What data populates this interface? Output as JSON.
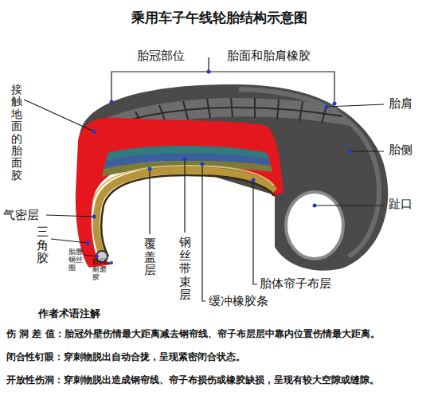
{
  "diagram": {
    "title": "乘用车子午线轮胎结构示意图",
    "labels": [
      "胎冠部位",
      "胎面和胎肩橡胶",
      "接触地面的胎面胶",
      "胎肩",
      "胎侧",
      "趾口",
      "气密层",
      "三角胶",
      "胎唇钢丝圈",
      "趾口耐磨胶",
      "覆盖层",
      "钢丝带束层",
      "胎体帘子布层",
      "缓冲橡胶条",
      "作者术语注解",
      "伤 洞 差 值：",
      "胎冠外壁伤情最大距离减去钢帘线、帘子布层层中靠内位置伤情最大距离。",
      "闭合性钉眼：",
      "穿刺物脱出自动合拢，呈现紧密闭合状态。",
      "开放性伤洞：",
      "穿刺物脱出造成钢帘线、帘子布损伤或橡胶缺损，呈现有较大空隙或缝隙。"
    ]
  }
}
